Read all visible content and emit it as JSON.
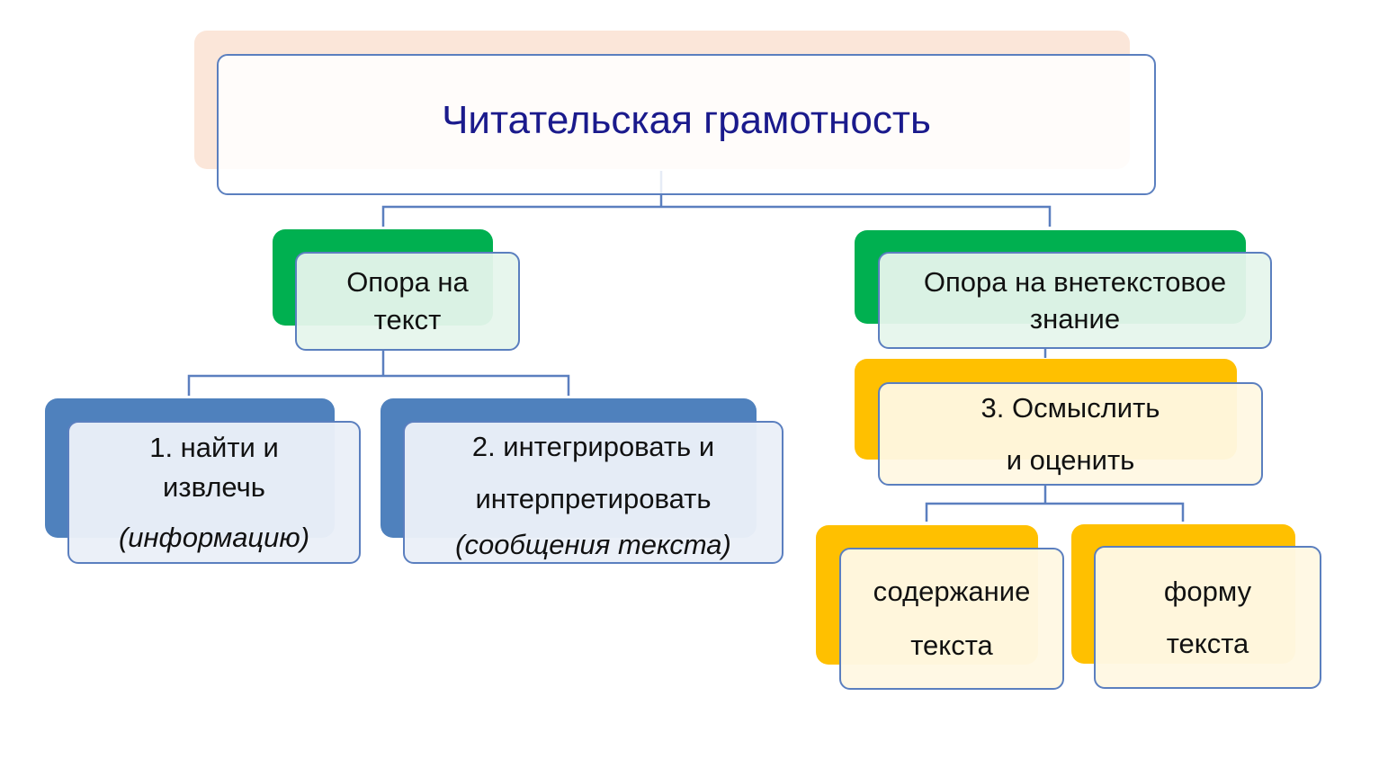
{
  "root": {
    "title": "Читательская грамотность"
  },
  "branch_text": {
    "line1": "Опора на",
    "line2": "текст"
  },
  "branch_knowledge": {
    "line1": "Опора на внетекстовое",
    "line2": "знание"
  },
  "leaf_find": {
    "line1": "1. найти и",
    "line2": "извлечь",
    "line3": "(информацию)"
  },
  "leaf_integrate": {
    "line1": "2. интегрировать и",
    "line2": "интерпретировать",
    "line3": "(сообщения текста)"
  },
  "leaf_evaluate": {
    "line1": "3. Осмыслить",
    "line2": "и оценить"
  },
  "leaf_content": {
    "line1": "содержание",
    "line2": "текста"
  },
  "leaf_form": {
    "line1": "форму",
    "line2": "текста"
  },
  "colors": {
    "border": "#5b7fbf",
    "title_text": "#1a1a8c",
    "root_shadow": "#fbe6d9",
    "green": "#00b050",
    "green_fill": "#e6f5ec",
    "blue": "#4f81bd",
    "blue_fill": "#eaf0f8",
    "yellow": "#ffc000",
    "yellow_fill": "#fff8e3"
  }
}
